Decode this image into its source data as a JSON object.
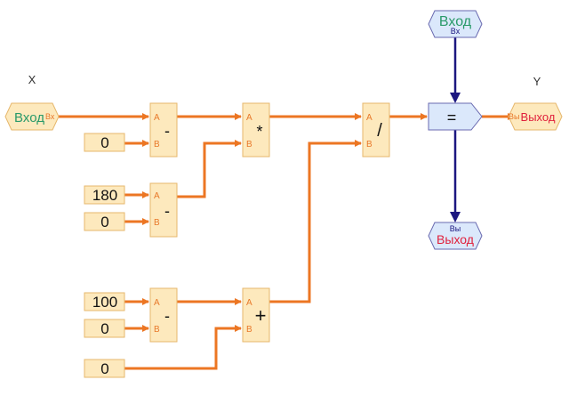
{
  "labels": {
    "x": "X",
    "y": "Y"
  },
  "input_left": {
    "label": "Вход",
    "port": "Вх"
  },
  "input_top": {
    "label": "Вход",
    "port": "Вх"
  },
  "output_right": {
    "label": "Выход",
    "port": "Вы"
  },
  "output_bottom": {
    "label": "Выход",
    "port": "Вы"
  },
  "constants": {
    "c1": "0",
    "c2": "180",
    "c3": "0",
    "c4": "100",
    "c5": "0",
    "c6": "0"
  },
  "blocks": {
    "sub1": {
      "op": "-",
      "a": "A",
      "b": "B"
    },
    "sub2": {
      "op": "-",
      "a": "A",
      "b": "B"
    },
    "sub3": {
      "op": "-",
      "a": "A",
      "b": "B"
    },
    "mul": {
      "op": "*",
      "a": "A",
      "b": "B"
    },
    "add": {
      "op": "+",
      "a": "A",
      "b": "B"
    },
    "div": {
      "op": "/",
      "a": "A",
      "b": "B"
    },
    "eq": {
      "op": "="
    }
  },
  "colors": {
    "wire": "#ec7623",
    "signal_wire": "#1c1780",
    "block_fill": "#fde9bd",
    "eq_fill": "#dbe8fb"
  }
}
